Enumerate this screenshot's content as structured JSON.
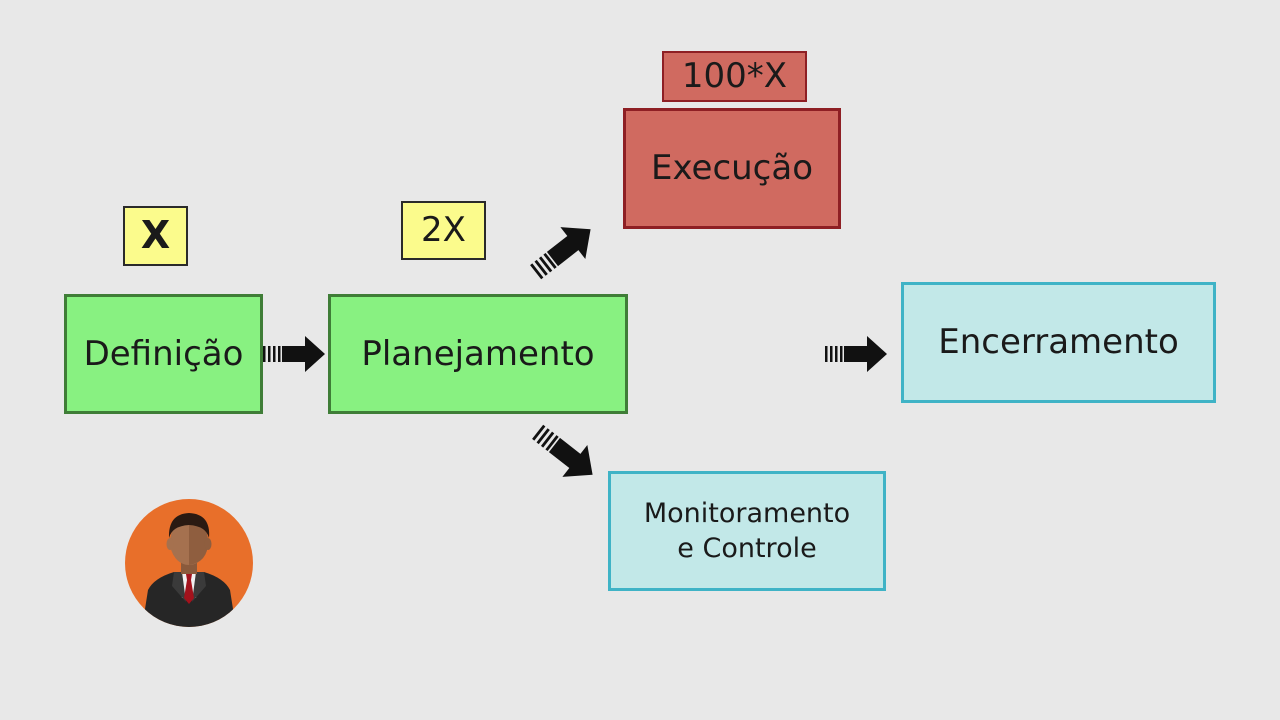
{
  "nodes": {
    "definicao": "Definição",
    "planejamento": "Planejamento",
    "execucao": "Execução",
    "encerramento": "Encerramento",
    "monitoramento_line1": "Monitoramento",
    "monitoramento_line2": "e Controle"
  },
  "tags": {
    "definicao_cost": "X",
    "planejamento_cost": "2X",
    "execucao_cost": "100*X"
  },
  "colors": {
    "background": "#e8e8e8",
    "green_fill": "#88f181",
    "red_fill": "#d06a60",
    "cyan_fill": "#c2e8e8",
    "yellow_fill": "#fbfb8c",
    "avatar_bg": "#e86f2a"
  },
  "icons": {
    "avatar": "businessman-avatar-icon",
    "arrow": "right-arrow-icon"
  }
}
